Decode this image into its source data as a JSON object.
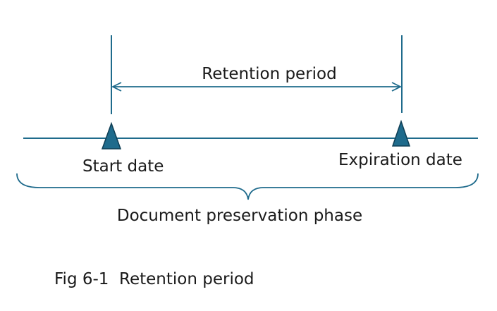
{
  "diagram": {
    "retention_label": "Retention period",
    "start_label": "Start date",
    "expiration_label": "Expiration date",
    "phase_label": "Document preservation phase",
    "caption": "Fig 6-1  Retention period"
  },
  "colors": {
    "line": "#1f6b8c",
    "marker_fill": "#1f6b8c",
    "marker_stroke": "#0f3e54",
    "text": "#1a1a1a",
    "background": "#ffffff"
  }
}
